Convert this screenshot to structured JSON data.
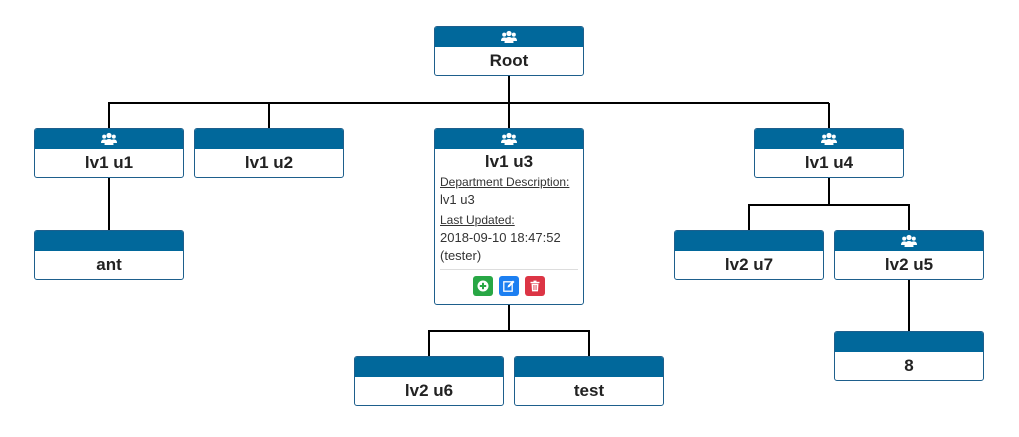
{
  "nodes": {
    "root": "Root",
    "lv1_u1": "lv1 u1",
    "lv1_u2": "lv1 u2",
    "lv1_u3": "lv1 u3",
    "lv1_u4": "lv1 u4",
    "ant": "ant",
    "lv2_u6": "lv2 u6",
    "test": "test",
    "lv2_u7": "lv2 u7",
    "lv2_u5": "lv2 u5",
    "n8": "8"
  },
  "detail": {
    "dept_desc_label": "Department Description:",
    "dept_desc_value": "lv1 u3",
    "last_updated_label": "Last Updated:",
    "last_updated_value": "2018-09-10 18:47:52 (tester)"
  },
  "icons": {
    "group": "users-group-icon",
    "add": "plus-circle-icon",
    "edit": "edit-icon",
    "delete": "trash-icon"
  },
  "colors": {
    "header": "#01689b",
    "add": "#28a745",
    "edit": "#1c7ff1",
    "delete": "#dc3545"
  }
}
